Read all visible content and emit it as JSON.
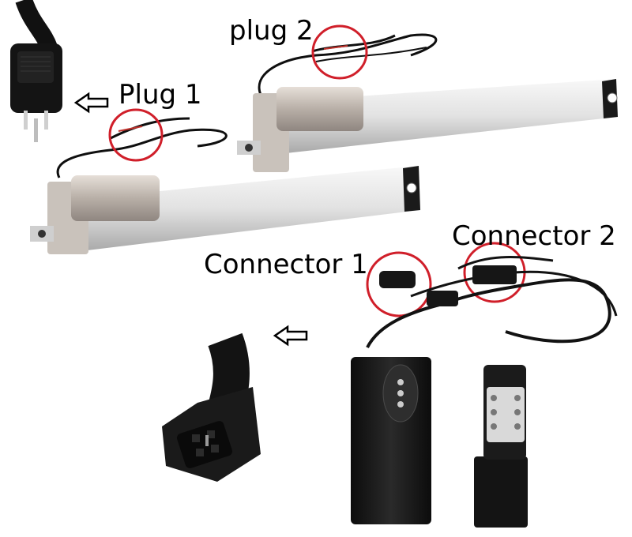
{
  "labels": {
    "plug1": "Plug 1",
    "plug2": "plug 2",
    "connector1": "Connector 1",
    "connector2": "Connector 2"
  },
  "colors": {
    "highlight_circle": "#d01f2a",
    "actuator_tube": "#e4e4e4",
    "motor_body": "#c9c2bb",
    "black_parts": "#151515"
  },
  "icons": {
    "pointer": "outline-arrow-left-icon"
  }
}
